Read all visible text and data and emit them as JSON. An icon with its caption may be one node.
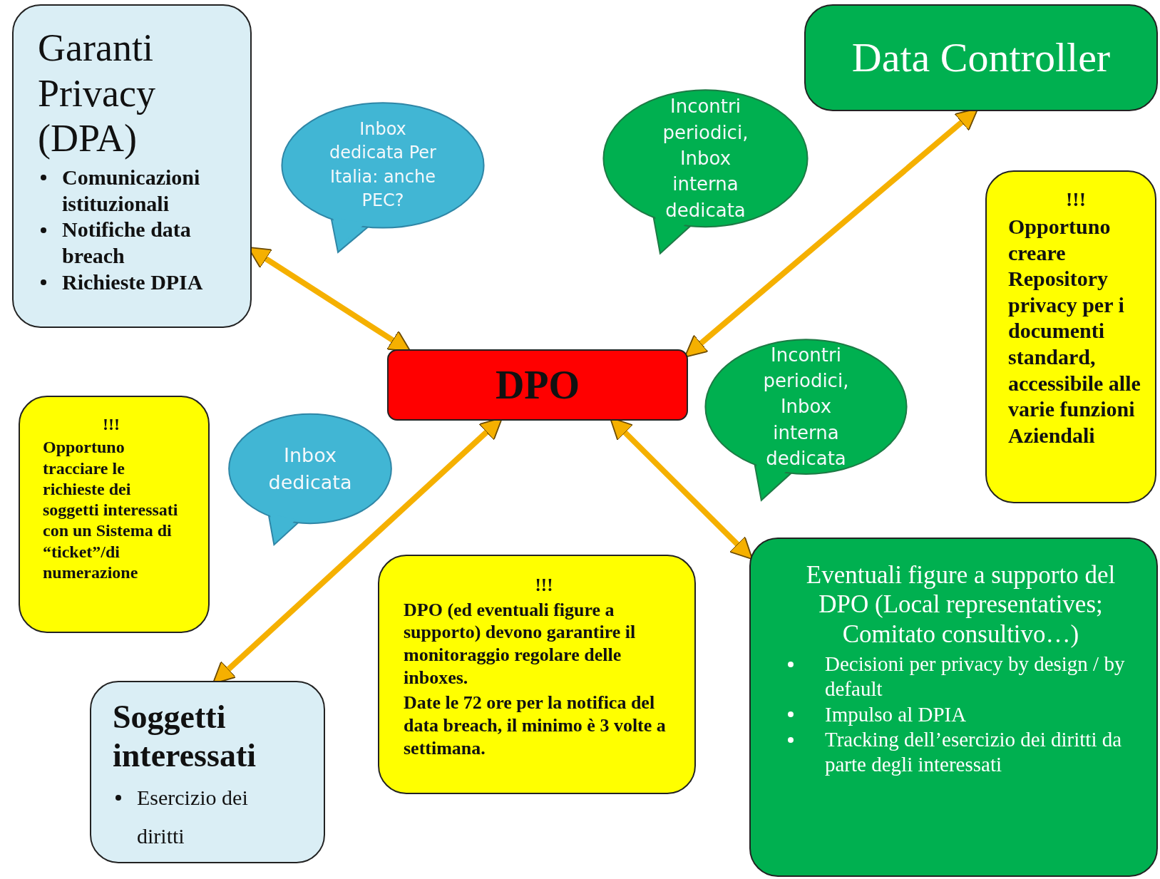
{
  "diagram": {
    "nodes": [
      {
        "text": [
          "Garanti Privacy (DPA)",
          "Comunicazioni istituzionali",
          "Notifiche data breach",
          "Richieste DPIA"
        ]
      },
      {
        "text": [
          "Inbox dedicata Per Italia: anche PEC?"
        ]
      },
      {
        "text": [
          "Incontri periodici, Inbox interna dedicata"
        ]
      },
      {
        "text": [
          "Data Controller"
        ]
      },
      {
        "text": [
          "DPO"
        ]
      },
      {
        "text": [
          "!!!",
          "Opportuno creare Repository privacy per i documenti standard, accessibile alle varie funzioni Aziendali"
        ]
      },
      {
        "text": [
          "Incontri periodici, Inbox interna dedicata"
        ]
      },
      {
        "text": [
          "!!!",
          "Opportuno tracciare le richieste dei soggetti interessati con un Sistema di “ticket”/di numerazione"
        ]
      },
      {
        "text": [
          "Inbox dedicata"
        ]
      },
      {
        "text": [
          "!!!",
          "DPO (ed eventuali figure a supporto) devono garantire il monitoraggio regolare delle inboxes.",
          "Date le 72 ore per la notifica del data breach, il minimo è 3 volte a settimana."
        ]
      },
      {
        "text": [
          "Eventuali figure a supporto del DPO (Local representatives; Comitato consultivo…)",
          "Decisioni per privacy by design / by default",
          "Impulso al DPIA",
          "Tracking dell’esercizio dei diritti da parte degli interessati"
        ]
      },
      {
        "text": [
          "Soggetti interessati",
          "Esercizio dei diritti"
        ]
      }
    ],
    "edges": [
      {
        "from": 0,
        "to": 4,
        "arrow": "both"
      },
      {
        "from": 3,
        "to": 4,
        "arrow": "both"
      },
      {
        "from": 4,
        "to": 11,
        "arrow": "both"
      },
      {
        "from": 4,
        "to": 10,
        "arrow": "both"
      }
    ]
  }
}
